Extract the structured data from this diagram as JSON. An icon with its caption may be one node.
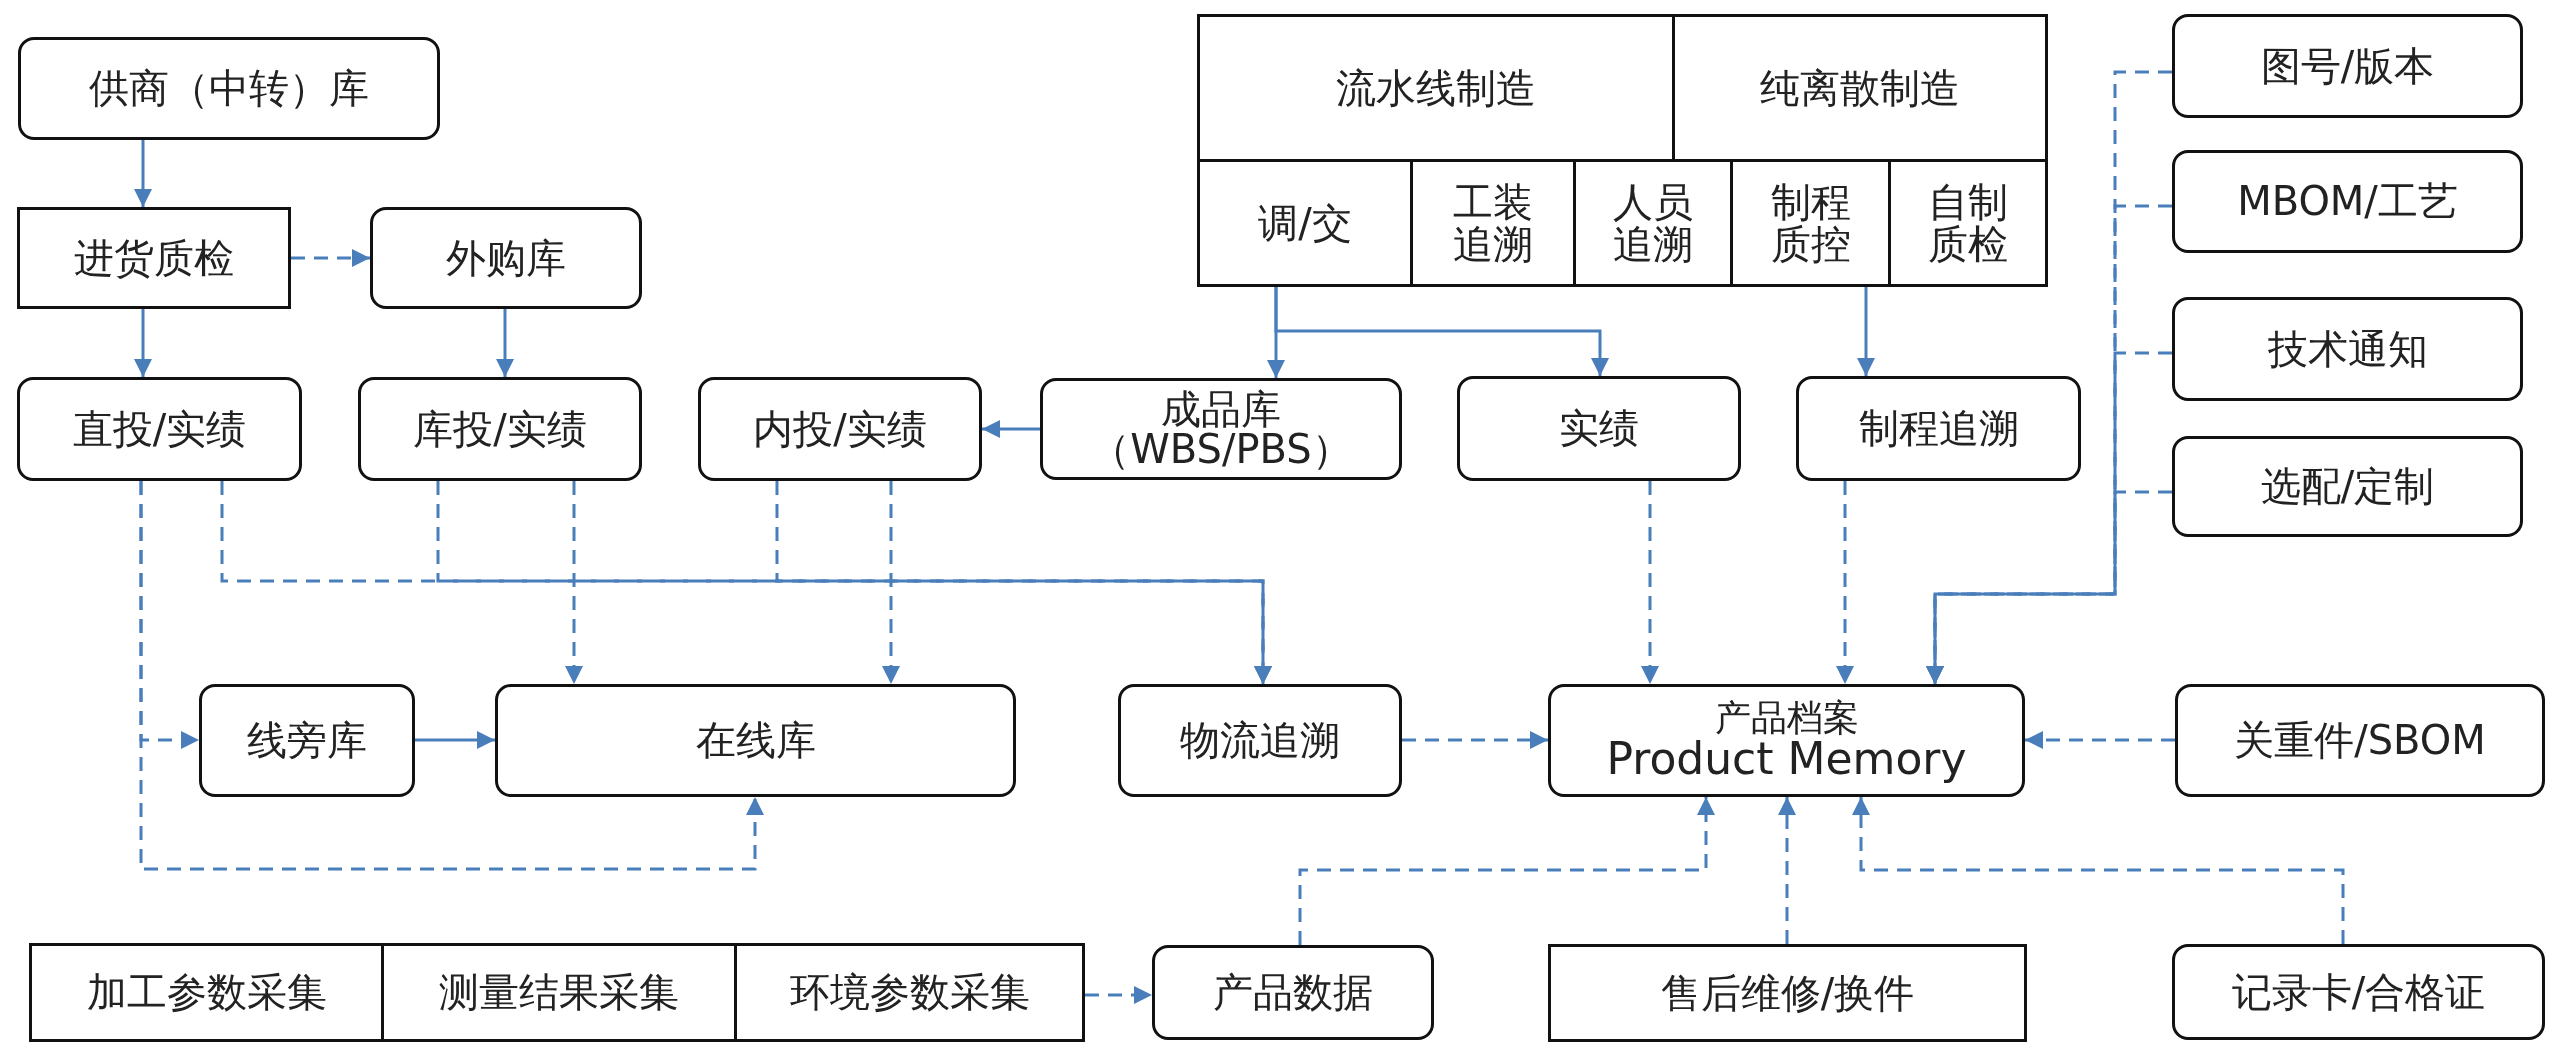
{
  "diagram": {
    "nodes": [
      {
        "text": [
          "供商（中转）库"
        ]
      },
      {
        "text": [
          "进货质检"
        ]
      },
      {
        "text": [
          "外购库"
        ]
      },
      {
        "text": [
          "流水线制造"
        ]
      },
      {
        "text": [
          "纯离散制造"
        ]
      },
      {
        "text": [
          "调/交"
        ]
      },
      {
        "text": [
          "工装追溯"
        ]
      },
      {
        "text": [
          "人员追溯"
        ]
      },
      {
        "text": [
          "制程质控"
        ]
      },
      {
        "text": [
          "自制质检"
        ]
      },
      {
        "text": [
          "图号/版本"
        ]
      },
      {
        "text": [
          "MBOM/工艺"
        ]
      },
      {
        "text": [
          "直投/实绩"
        ]
      },
      {
        "text": [
          "库投/实绩"
        ]
      },
      {
        "text": [
          "内投/实绩"
        ]
      },
      {
        "text": [
          "成品库（WBS/PBS）"
        ]
      },
      {
        "text": [
          "实绩"
        ]
      },
      {
        "text": [
          "制程追溯"
        ]
      },
      {
        "text": [
          "技术通知"
        ]
      },
      {
        "text": [
          "选配/定制"
        ]
      },
      {
        "text": [
          "线旁库"
        ]
      },
      {
        "text": [
          "在线库"
        ]
      },
      {
        "text": [
          "物流追溯"
        ]
      },
      {
        "text": [
          "产品档案",
          "Product Memory"
        ]
      },
      {
        "text": [
          "关重件/SBOM"
        ]
      },
      {
        "text": [
          "加工参数采集"
        ]
      },
      {
        "text": [
          "测量结果采集"
        ]
      },
      {
        "text": [
          "环境参数采集"
        ]
      },
      {
        "text": [
          "产品数据"
        ]
      },
      {
        "text": [
          "售后维修/换件"
        ]
      },
      {
        "text": [
          "记录卡/合格证"
        ]
      }
    ],
    "edges": [
      {
        "from": 0,
        "to": 1,
        "arrow": "to"
      },
      {
        "from": 1,
        "to": 2,
        "arrow": "to",
        "style": "dashed"
      },
      {
        "from": 1,
        "to": 12,
        "arrow": "to"
      },
      {
        "from": 2,
        "to": 13,
        "arrow": "to"
      },
      {
        "from": 5,
        "to": 15,
        "arrow": "to"
      },
      {
        "from": 5,
        "to": 16,
        "arrow": "to"
      },
      {
        "from": 8,
        "to": 17,
        "arrow": "to"
      },
      {
        "from": 15,
        "to": 14,
        "arrow": "to"
      },
      {
        "from": 12,
        "to": 20,
        "arrow": "to",
        "style": "dashed"
      },
      {
        "from": 12,
        "to": 21,
        "arrow": "to",
        "style": "dashed"
      },
      {
        "from": 20,
        "to": 21,
        "arrow": "to"
      },
      {
        "from": 13,
        "to": 21,
        "arrow": "to",
        "style": "dashed"
      },
      {
        "from": 14,
        "to": 21,
        "arrow": "to",
        "style": "dashed"
      },
      {
        "from": 12,
        "to": 22,
        "arrow": "to",
        "style": "dashed"
      },
      {
        "from": 13,
        "to": 22,
        "arrow": "to",
        "style": "dashed"
      },
      {
        "from": 14,
        "to": 22,
        "arrow": "to",
        "style": "dashed"
      },
      {
        "from": 22,
        "to": 23,
        "arrow": "to",
        "style": "dashed"
      },
      {
        "from": 16,
        "to": 23,
        "arrow": "to",
        "style": "dashed"
      },
      {
        "from": 17,
        "to": 23,
        "arrow": "to",
        "style": "dashed"
      },
      {
        "from": 10,
        "to": 23,
        "arrow": "to",
        "style": "dashed"
      },
      {
        "from": 11,
        "to": 23,
        "arrow": "to",
        "style": "dashed"
      },
      {
        "from": 18,
        "to": 23,
        "arrow": "to",
        "style": "dashed"
      },
      {
        "from": 19,
        "to": 23,
        "arrow": "to",
        "style": "dashed"
      },
      {
        "from": 24,
        "to": 23,
        "arrow": "to",
        "style": "dashed"
      },
      {
        "from": 27,
        "to": 28,
        "arrow": "to",
        "style": "dashed"
      },
      {
        "from": 28,
        "to": 23,
        "arrow": "to",
        "style": "dashed"
      },
      {
        "from": 29,
        "to": 23,
        "arrow": "to",
        "style": "dashed"
      },
      {
        "from": 30,
        "to": 23,
        "arrow": "to",
        "style": "dashed"
      }
    ]
  }
}
